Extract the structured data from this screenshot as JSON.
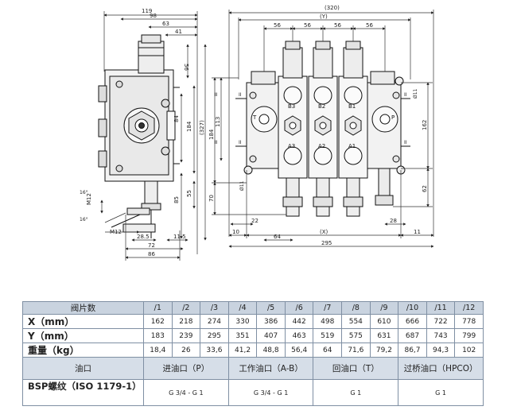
{
  "drawing": {
    "side_view_dims": {
      "w119": "119",
      "w98": "98",
      "w63": "63",
      "w41": "41",
      "h56": "56",
      "h184": "184",
      "h327": "(327)",
      "h84": "84",
      "h85": "85",
      "h55": "55",
      "a16": "16°",
      "a16b": "16°",
      "m12": "M12",
      "m12b": "M12",
      "w28_5": "28.5",
      "w11_5": "11.5",
      "w72": "72",
      "w86": "86"
    },
    "front_view_dims": {
      "w320": "(320)",
      "wY": "(Y)",
      "p56a": "56",
      "p56b": "56",
      "p56c": "56",
      "p56d": "56",
      "h113": "113",
      "h184": "184",
      "h70": "70",
      "d11a": "Ø11",
      "d11b": "Ø11",
      "h162": "162",
      "h62": "62",
      "w22": "22",
      "w28": "28",
      "w10": "10",
      "w11": "11",
      "wX": "(X)",
      "w64": "64",
      "w295": "295"
    },
    "port_labels": {
      "T": "T",
      "P": "P",
      "B3": "B3",
      "B2": "B2",
      "B1": "B1",
      "A3": "A3",
      "A2": "A2",
      "A1": "A1"
    },
    "thread_marks": [
      "II",
      "II",
      "II",
      "II",
      "II",
      "II"
    ]
  },
  "table": {
    "header": {
      "label": "阀片数",
      "cols": [
        "/1",
        "/2",
        "/3",
        "/4",
        "/5",
        "/6",
        "/7",
        "/8",
        "/9",
        "/10",
        "/11",
        "/12"
      ]
    },
    "rows": [
      {
        "label": "X（mm）",
        "values": [
          "162",
          "218",
          "274",
          "330",
          "386",
          "442",
          "498",
          "554",
          "610",
          "666",
          "722",
          "778"
        ]
      },
      {
        "label": "Y（mm）",
        "values": [
          "183",
          "239",
          "295",
          "351",
          "407",
          "463",
          "519",
          "575",
          "631",
          "687",
          "743",
          "799"
        ]
      },
      {
        "label": "重量（kg）",
        "values": [
          "18,4",
          "26",
          "33,6",
          "41,2",
          "48,8",
          "56,4",
          "64",
          "71,6",
          "79,2",
          "86,7",
          "94,3",
          "102"
        ]
      }
    ],
    "ports": {
      "label": "油口",
      "inlet": "进油口（P）",
      "work": "工作油口（A-B）",
      "return": "回油口（T）",
      "bridge": "过桥油口（HPCO）"
    },
    "bsp": {
      "label": "BSP螺纹（ISO 1179-1）",
      "inlet": "G 3/4 - G 1",
      "work": "G 3/4 - G 1",
      "return": "G 1",
      "bridge": "G 1"
    }
  }
}
